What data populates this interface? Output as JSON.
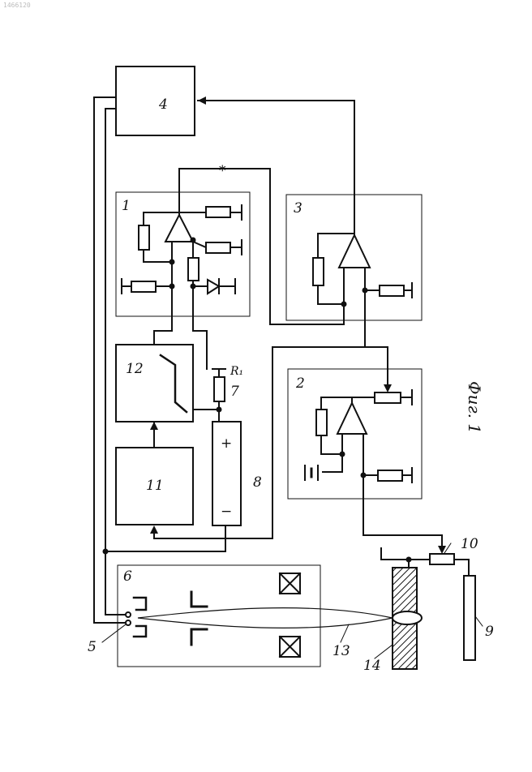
{
  "watermark": "1466120",
  "blocks": {
    "b1": "1",
    "b2": "2",
    "b3": "3",
    "b4": "4",
    "b6": "6",
    "b11": "11",
    "b12": "12",
    "b8": "8"
  },
  "component_labels": {
    "l5": "5",
    "l7": "7",
    "r1": "R₁",
    "l9": "9",
    "l10": "10",
    "l13": "13",
    "l14": "14",
    "plus": "+",
    "minus": "−",
    "star": "*"
  },
  "caption": "Фиг. 1"
}
